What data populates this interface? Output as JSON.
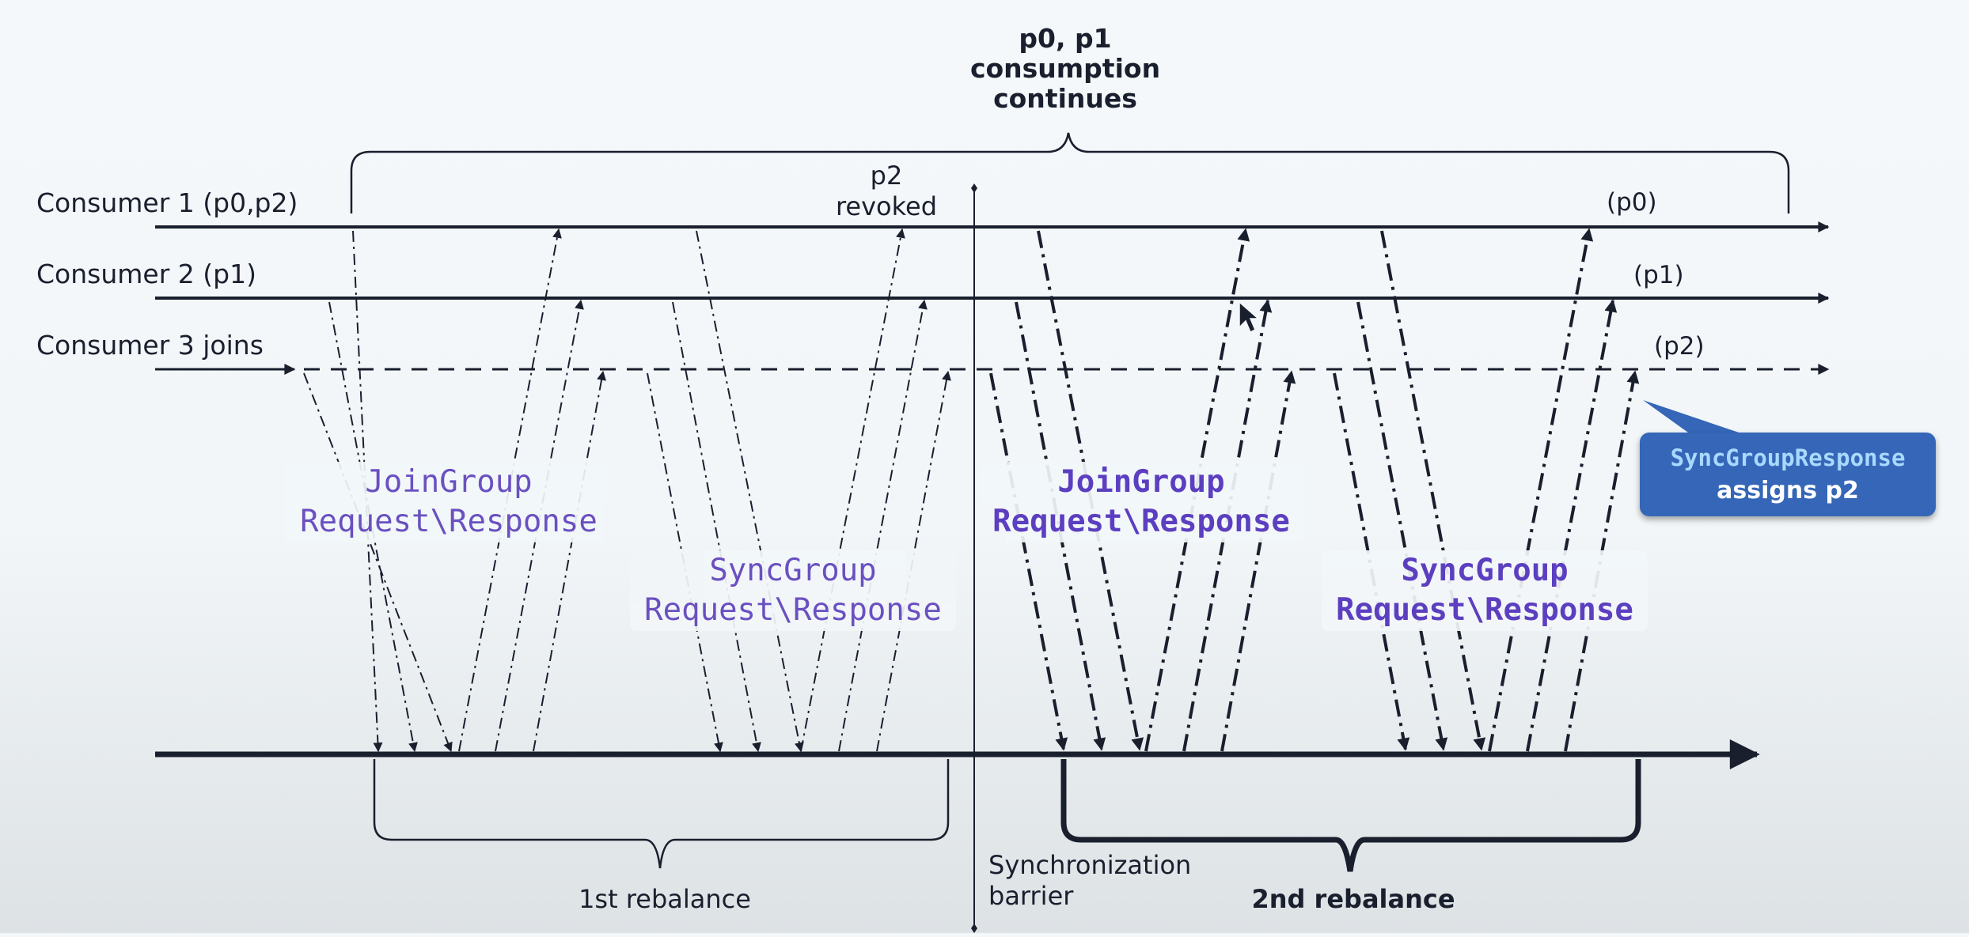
{
  "consumers": [
    {
      "label": "Consumer 1 (p0,p2)",
      "final": "(p0)"
    },
    {
      "label": "Consumer 2 (p1)",
      "final": "(p1)"
    },
    {
      "label": "Consumer 3 joins",
      "final": "(p2)"
    }
  ],
  "top_note": {
    "line1": "p0, p1",
    "line2": "consumption",
    "line3": "continues"
  },
  "revoked_note": {
    "line1": "p2",
    "line2": "revoked"
  },
  "phases": {
    "join1": {
      "line1": "JoinGroup",
      "line2": "Request\\Response"
    },
    "sync1": {
      "line1": "SyncGroup",
      "line2": "Request\\Response"
    },
    "join2": {
      "line1": "JoinGroup",
      "line2": "Request\\Response"
    },
    "sync2": {
      "line1": "SyncGroup",
      "line2": "Request\\Response"
    }
  },
  "bottom": {
    "rebalance1": "1st rebalance",
    "barrier_line1": "Synchronization",
    "barrier_line2": "barrier",
    "rebalance2": "2nd rebalance"
  },
  "callout": {
    "title": "SyncGroupResponse",
    "subtitle": "assigns p2"
  },
  "colors": {
    "ink": "#1a1f2e",
    "phase_light": "#6a50c0",
    "phase_bold": "#5c3fc0",
    "callout_bg": "#3566b8",
    "callout_title": "#a9d9ff"
  }
}
